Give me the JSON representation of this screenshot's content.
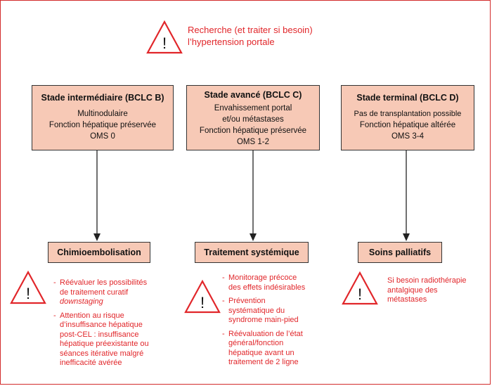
{
  "top_warning": {
    "line1": "Recherche (et traiter si besoin)",
    "line2": "l’hypertension portale"
  },
  "stages": [
    {
      "title": "Stade intermédiaire (BCLC B)",
      "lines": [
        "Multinodulaire",
        "Fonction hépatique préservée",
        "OMS 0"
      ]
    },
    {
      "title": "Stade avancé (BCLC C)",
      "lines": [
        "Envahissement portal",
        "et/ou métastases",
        "Fonction hépatique préservée",
        "OMS 1-2"
      ]
    },
    {
      "title": "Stade terminal (BCLC D)",
      "lines": [
        "Pas de transplantation possible",
        "Fonction hépatique altérée",
        "OMS 3-4"
      ]
    }
  ],
  "treatments": [
    "Chimioembolisation",
    "Traitement systémique",
    "Soins palliatifs"
  ],
  "notes": {
    "chemo": {
      "item1_a": "Réévaluer les possibilités",
      "item1_b": "de traitement curatif",
      "item1_c": "downstaging",
      "item2_a": "Attention au risque",
      "item2_b": "d’insuffisance hépatique",
      "item2_c": "post-CEL : insuffisance",
      "item2_d": "hépatique préexistante ou",
      "item2_e": "séances itérative malgré",
      "item2_f": "inefficacité avérée"
    },
    "systemic": {
      "item1_a": "Monitorage précoce",
      "item1_b": "des effets indésirables",
      "item2_a": "Prévention",
      "item2_b": "systématique du",
      "item2_c": "syndrome main-pied",
      "item3_a": "Réévaluation de l’état",
      "item3_b": "général/fonction",
      "item3_c": "hépatique avant un",
      "item3_d": "traitement de 2 ligne"
    },
    "palliative": {
      "line1": "Si besoin radiothérapie",
      "line2": "antalgique des",
      "line3": "métastases"
    }
  },
  "colors": {
    "accent_red": "#e1262a",
    "box_fill": "#f7c9b6",
    "border": "#333333"
  },
  "icons": [
    "warning-triangle-icon"
  ]
}
